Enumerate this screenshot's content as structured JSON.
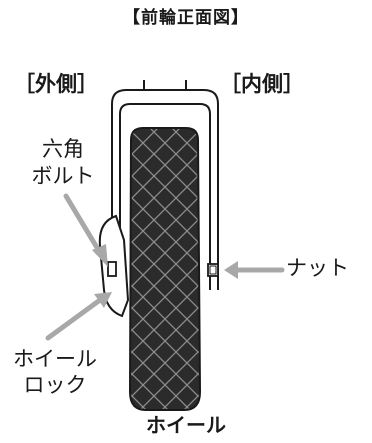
{
  "title": "【前輪正面図】",
  "side_labels": {
    "outer": "［外側］",
    "inner": "［内側］"
  },
  "callouts": {
    "hex_bolt": [
      "六角",
      "ボルト"
    ],
    "nut": "ナット",
    "wheel_lock": [
      "ホイール",
      "ロック"
    ]
  },
  "caption": "ホイール",
  "colors": {
    "tire": "#2b2b2b",
    "tread": "#8c8c8c",
    "outline": "#1a1a1a",
    "arrow": "#a8a8a8"
  }
}
